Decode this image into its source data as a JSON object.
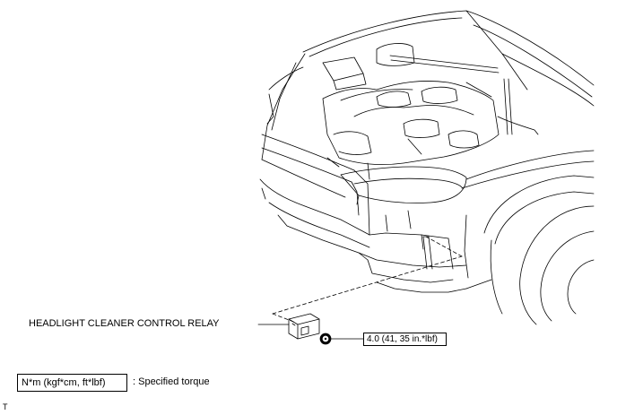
{
  "labels": {
    "part": "HEADLIGHT CLEANER CONTROL RELAY",
    "torque": "4.0 (41, 35 in.*lbf)"
  },
  "legend": {
    "units": "N*m (kgf*cm, ft*lbf)",
    "description": ": Specified torque"
  },
  "corner_code": "T"
}
